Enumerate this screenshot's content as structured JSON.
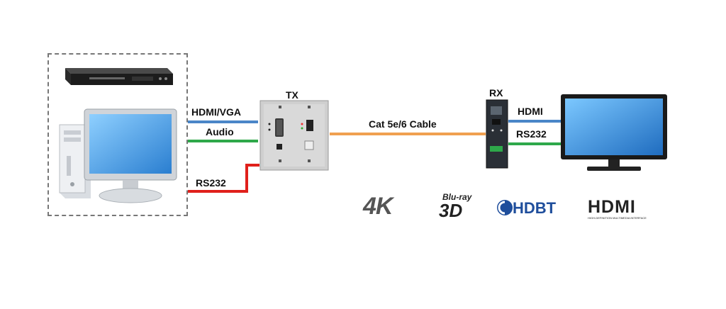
{
  "tx": {
    "label": "TX"
  },
  "rx": {
    "label": "RX"
  },
  "source_links": [
    {
      "label": "HDMI/VGA",
      "color": "#4a86c8"
    },
    {
      "label": "Audio",
      "color": "#2ea84a"
    },
    {
      "label": "RS232",
      "color": "#e0201b"
    }
  ],
  "cable": {
    "label": "Cat 5e/6 Cable",
    "color": "#f0a050"
  },
  "sink_links": [
    {
      "label": "HDMI",
      "color": "#4a86c8"
    },
    {
      "label": "RS232",
      "color": "#2ea84a"
    }
  ],
  "logos": {
    "k4": "4K",
    "bluray": "Blu-ray",
    "three_d": "3D",
    "hdbt": "HDBT",
    "hdmi": "HDMI",
    "hdmi_sub": "HIGH-DEFINITION MULTIMEDIA INTERFACE"
  }
}
